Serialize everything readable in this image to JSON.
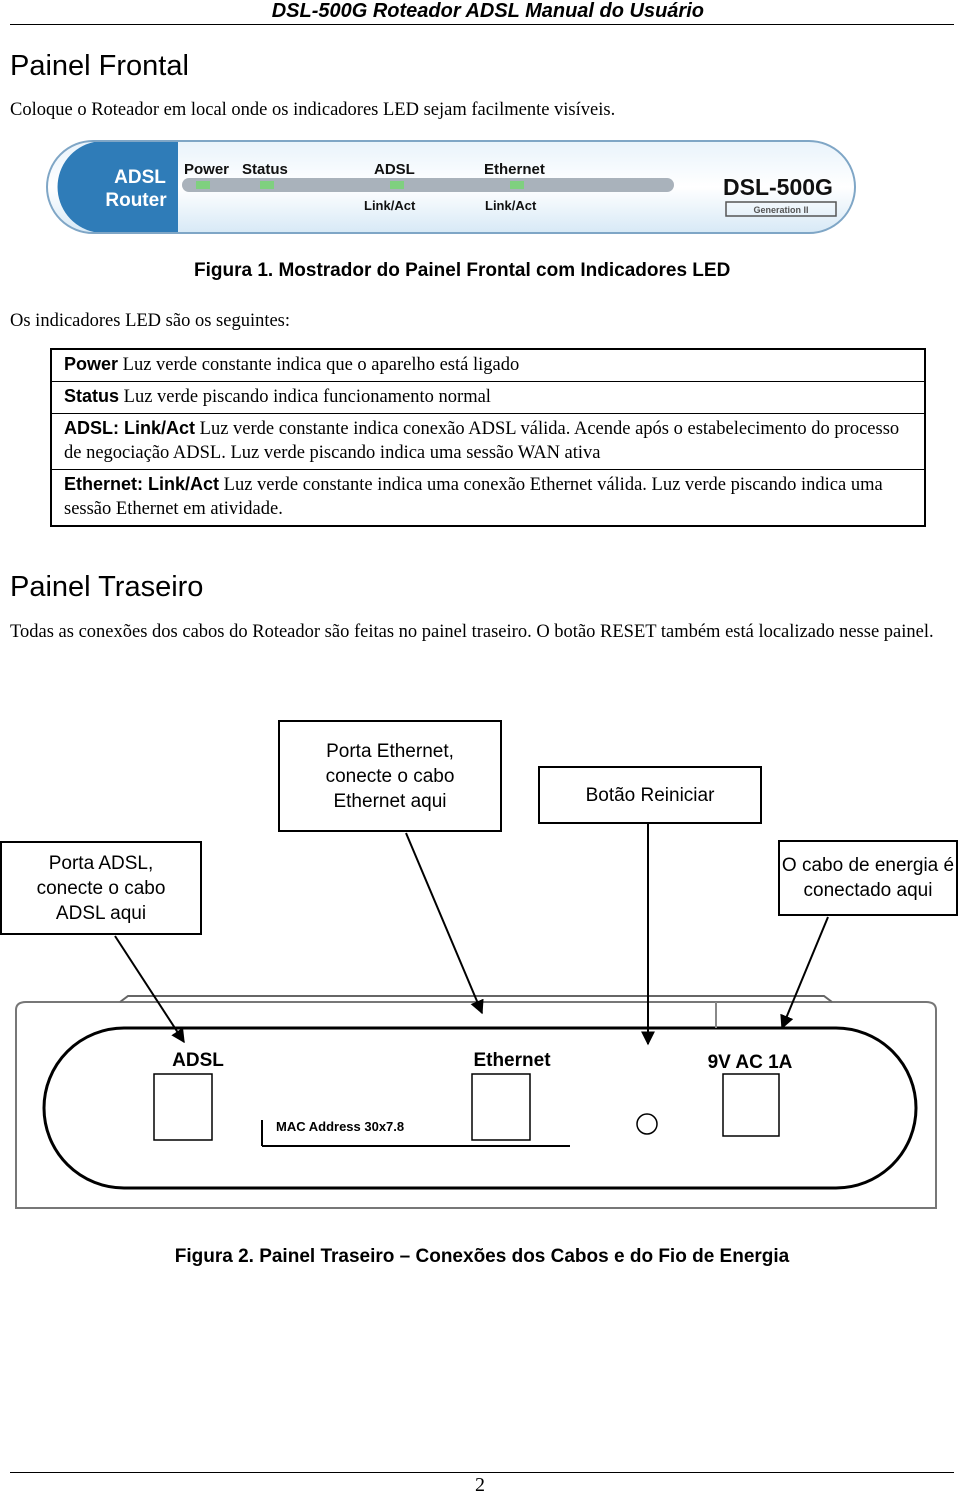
{
  "header": {
    "title": "DSL-500G Roteador ADSL Manual do Usuário"
  },
  "front": {
    "heading": "Painel Frontal",
    "intro": "Coloque o Roteador em local onde os indicadores LED sejam facilmente visíveis.",
    "panel": {
      "brand_line1": "ADSL",
      "brand_line2": "Router",
      "led_power": "Power",
      "led_status": "Status",
      "led_adsl": "ADSL",
      "led_ethernet": "Ethernet",
      "sub_adsl": "Link/Act",
      "sub_ethernet": "Link/Act",
      "model": "DSL-500G",
      "generation": "Generation II"
    },
    "caption": "Figura 1. Mostrador do Painel Frontal com Indicadores LED",
    "list_intro": "Os indicadores LED são os seguintes:",
    "leds": [
      {
        "name": "Power",
        "desc": " Luz verde constante indica que o aparelho está ligado"
      },
      {
        "name": "Status",
        "desc": " Luz verde piscando indica funcionamento normal"
      },
      {
        "name": "ADSL: Link/Act",
        "desc": " Luz verde constante indica conexão ADSL válida. Acende após o estabelecimento do processo de negociação ADSL. Luz verde piscando indica uma sessão WAN ativa"
      },
      {
        "name": "Ethernet: Link/Act",
        "desc": " Luz verde constante indica uma conexão Ethernet válida. Luz verde piscando indica uma sessão Ethernet em atividade."
      }
    ]
  },
  "rear": {
    "heading": "Painel Traseiro",
    "intro": "Todas as conexões dos cabos do Roteador são feitas no painel traseiro. O botão RESET também está localizado nesse painel.",
    "callouts": {
      "ethernet": "Porta Ethernet, conecte o cabo Ethernet aqui",
      "reset": "Botão Reiniciar",
      "adsl": "Porta ADSL, conecte o cabo ADSL aqui",
      "power": "O cabo de energia é conectado aqui"
    },
    "panel": {
      "label_adsl": "ADSL",
      "label_ethernet": "Ethernet",
      "label_power": "9V AC 1A",
      "mac": "MAC  Address 30x7.8"
    },
    "caption": "Figura 2. Painel Traseiro – Conexões dos Cabos e do Fio de Energia"
  },
  "footer": {
    "page": "2"
  }
}
